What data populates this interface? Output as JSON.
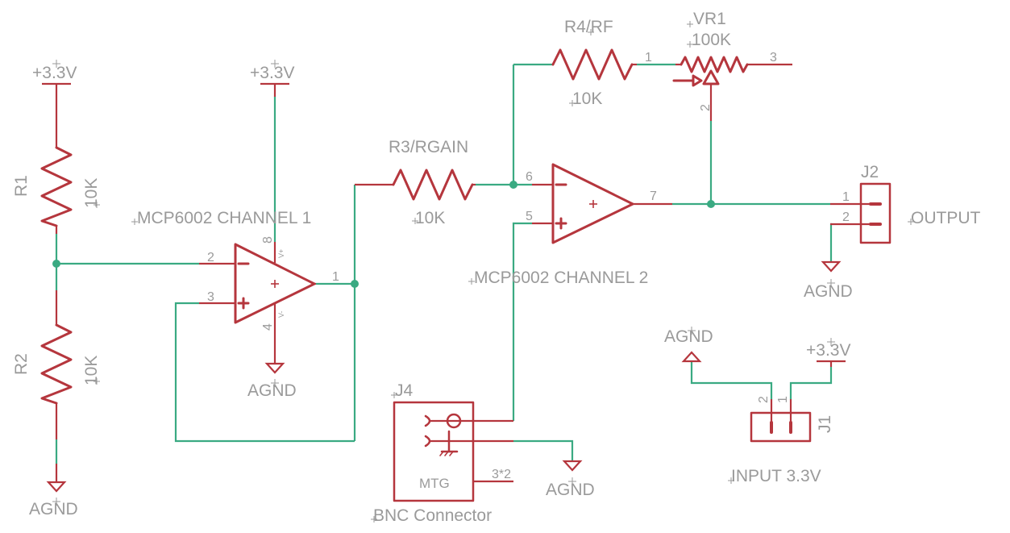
{
  "power": {
    "vcc_label": "+3.3V",
    "gnd_label": "AGND"
  },
  "components": {
    "r1": {
      "name": "R1",
      "value": "10K"
    },
    "r2": {
      "name": "R2",
      "value": "10K"
    },
    "r3": {
      "name": "R3/RGAIN",
      "value": "10K"
    },
    "r4": {
      "name": "R4/RF",
      "value": "10K"
    },
    "vr1": {
      "name": "VR1",
      "value": "100K",
      "pins": [
        "1",
        "2",
        "3"
      ]
    },
    "u1": {
      "name": "MCP6002 CHANNEL 1",
      "pins": [
        "2",
        "3",
        "1",
        "8",
        "4"
      ],
      "supply_pos": "V+",
      "supply_neg": "V-"
    },
    "u2": {
      "name": "MCP6002 CHANNEL 2",
      "pins": [
        "6",
        "5",
        "7"
      ]
    },
    "j2": {
      "name": "J2",
      "value": "OUTPUT",
      "pins": [
        "1",
        "2"
      ]
    },
    "j1": {
      "name": "J1",
      "value": "INPUT 3.3V",
      "pins": [
        "2",
        "1"
      ]
    },
    "j4": {
      "name": "J4",
      "value": "BNC Connector",
      "body_label": "MTG",
      "pin_label": "3*2"
    }
  },
  "colors": {
    "component": "#b5363d",
    "net": "#3aaa82",
    "label": "#9a9a9a"
  }
}
